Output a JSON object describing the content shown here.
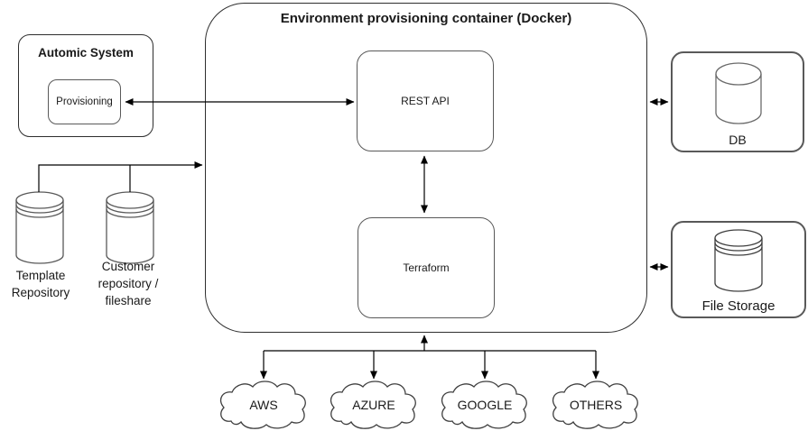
{
  "diagram": {
    "container_title": "Environment provisioning container (Docker)",
    "automic": {
      "title": "Automic System",
      "provisioning": "Provisioning"
    },
    "rest_api": "REST API",
    "terraform": "Terraform",
    "template_repo_label": "Template\nRepository",
    "customer_repo_label": "Customer\nrepository /\nfileshare",
    "db_label": "DB",
    "file_storage_label": "File Storage",
    "clouds": [
      "AWS",
      "AZURE",
      "GOOGLE",
      "OTHERS"
    ],
    "icons": [
      "database-cylinder-icon",
      "stacked-disks-cylinder-icon",
      "cloud-icon",
      "double-headed-arrow"
    ],
    "colors": {
      "background": "#ffffff",
      "container_border": "#2e2e2e",
      "inner_box_border": "#595959",
      "arrow": "#000000",
      "text": "#1a1a1a"
    }
  }
}
